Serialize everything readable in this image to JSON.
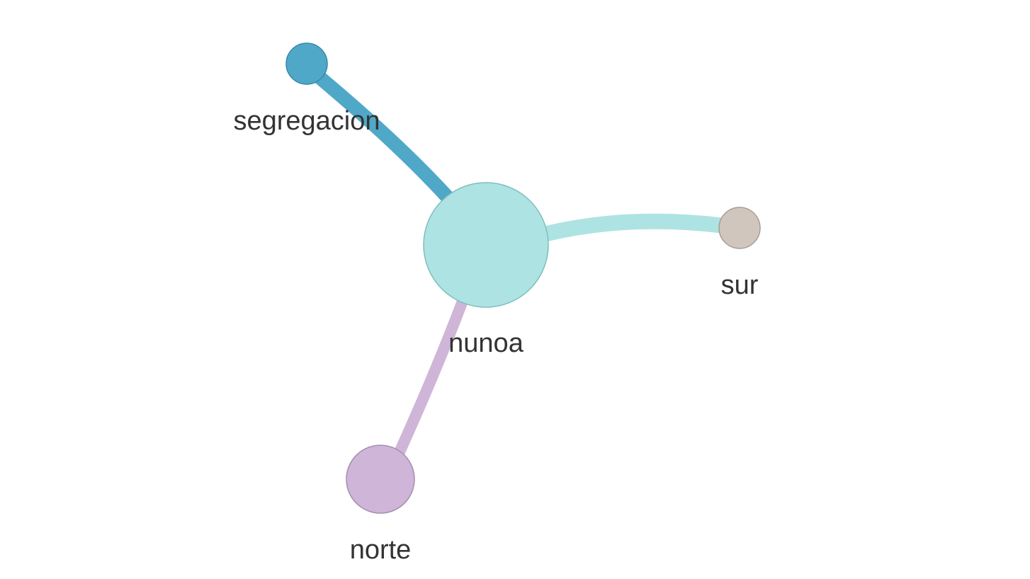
{
  "graph": {
    "nodes": [
      {
        "id": "nunoa",
        "label": "nunoa",
        "fill": "#AEE3E3",
        "stroke": "#7FBDBD"
      },
      {
        "id": "segregacion",
        "label": "segregacion",
        "fill": "#50A8C8",
        "stroke": "#3A88A6"
      },
      {
        "id": "sur",
        "label": "sur",
        "fill": "#D0C6BD",
        "stroke": "#A89E95"
      },
      {
        "id": "norte",
        "label": "norte",
        "fill": "#CFB5D8",
        "stroke": "#A68DB2"
      }
    ],
    "edges": [
      {
        "source": "nunoa",
        "target": "segregacion",
        "color": "#50A8C8"
      },
      {
        "source": "nunoa",
        "target": "sur",
        "color": "#AEE3E3"
      },
      {
        "source": "nunoa",
        "target": "norte",
        "color": "#CFB5D8"
      }
    ]
  }
}
